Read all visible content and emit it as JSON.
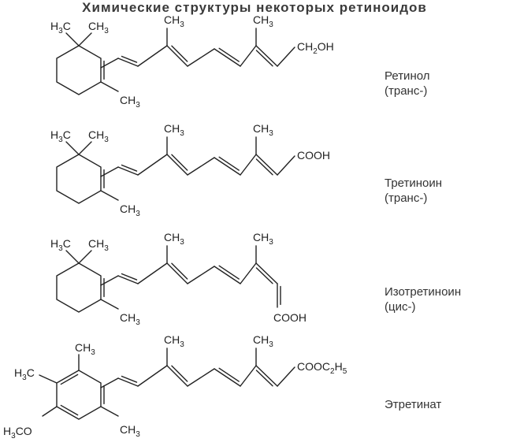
{
  "title": "Химические структуры некоторых ретиноидов",
  "atoms": {
    "ch3": "CH",
    "h3c": "H",
    "c": "C",
    "sub3": "3",
    "sub2": "2",
    "sub5": "5",
    "oh_group_pre": "CH",
    "oh_group_post": "OH",
    "cooh": "COOH",
    "ester_pre": "COOC",
    "ester_post": "H",
    "methoxy_pre": "H",
    "methoxy_post": "CO"
  },
  "compounds": [
    {
      "name": "Ретинол",
      "isomer": "(транс-)"
    },
    {
      "name": "Третиноин",
      "isomer": "(транс-)"
    },
    {
      "name": "Изотретиноин",
      "isomer": "(цис-)"
    },
    {
      "name": "Этретинат",
      "isomer": ""
    }
  ]
}
